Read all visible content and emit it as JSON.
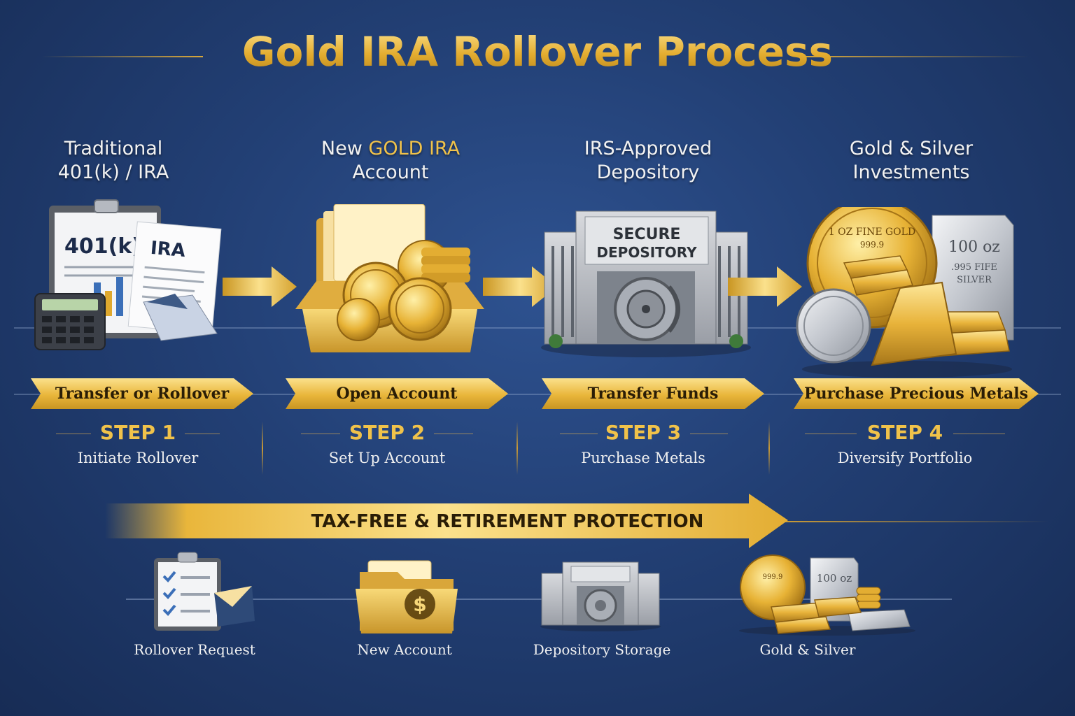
{
  "title": "Gold IRA Rollover Process",
  "columns": [
    {
      "head_line1": "Traditional",
      "head_line2": "401(k) / IRA",
      "ribbon": "Transfer or Rollover",
      "step": "STEP 1",
      "step_sub": "Initiate Rollover"
    },
    {
      "head_pre": "New ",
      "head_gold": "GOLD IRA",
      "head_line2": "Account",
      "ribbon": "Open Account",
      "step": "STEP 2",
      "step_sub": "Set Up Account"
    },
    {
      "head_line1": "IRS-Approved",
      "head_line2": "Depository",
      "ribbon": "Transfer Funds",
      "step": "STEP 3",
      "step_sub": "Purchase Metals"
    },
    {
      "head_line1": "Gold & Silver",
      "head_line2": "Investments",
      "ribbon": "Purchase Precious Metals",
      "step": "STEP 4",
      "step_sub": "Diversify Portfolio"
    }
  ],
  "illustration_text": {
    "doc_401k": "401(k)",
    "doc_ira": "IRA",
    "depository_sign_1": "SECURE",
    "depository_sign_2": "DEPOSITORY",
    "coin_1": "1 OZ FINE GOLD",
    "coin_2": "999.9",
    "silver_bar_1": "100 oz",
    "silver_bar_2": ".995 FIFE",
    "silver_bar_3": "SILVER",
    "small_silver_bar": "100 oz",
    "small_coin": "999.9"
  },
  "banner": "TAX-FREE & RETIREMENT PROTECTION",
  "bottom_items": [
    {
      "label": "Rollover Request"
    },
    {
      "label": "New Account"
    },
    {
      "label": "Depository Storage"
    },
    {
      "label": "Gold & Silver"
    }
  ],
  "colors": {
    "background": "#223f74",
    "gold": "#e9b63b",
    "gold_light": "#fbe18c",
    "silver": "#c9ccd2"
  }
}
